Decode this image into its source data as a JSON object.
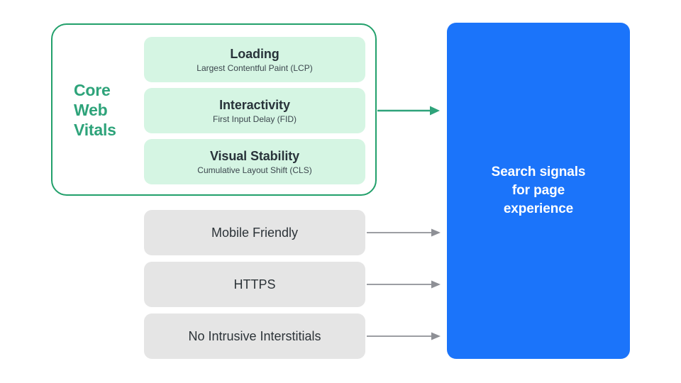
{
  "diagram": {
    "title": "Search signals for page experience",
    "colors": {
      "accent_green": "#2EA37A",
      "card_green": "#D5F5E3",
      "border_green": "#22A06B",
      "card_gray": "#E5E5E5",
      "arrow_gray": "#8E9096",
      "panel_blue": "#1B74FA",
      "text_dark": "#28333A",
      "text_white": "#FFFFFF"
    }
  },
  "core_web_vitals": {
    "label_lines": [
      "Core",
      "Web",
      "Vitals"
    ],
    "label_full": "Core Web Vitals",
    "metrics": [
      {
        "title": "Loading",
        "subtitle": "Largest Contentful Paint (LCP)"
      },
      {
        "title": "Interactivity",
        "subtitle": "First Input Delay (FID)"
      },
      {
        "title": "Visual Stability",
        "subtitle": "Cumulative Layout Shift (CLS)"
      }
    ]
  },
  "other_signals": [
    {
      "title": "Mobile Friendly"
    },
    {
      "title": "HTTPS"
    },
    {
      "title": "No Intrusive Interstitials"
    }
  ],
  "outcome": {
    "lines": [
      "Search signals",
      "for page",
      "experience"
    ],
    "line_0": "Search signals",
    "line_1": "for page",
    "line_2": "experience"
  },
  "connectors": [
    {
      "name": "core-web-vitals-to-outcome",
      "color": "#2EA37A"
    },
    {
      "name": "mobile-friendly-to-outcome",
      "color": "#8E9096"
    },
    {
      "name": "https-to-outcome",
      "color": "#8E9096"
    },
    {
      "name": "no-intrusive-interstitials-to-outcome",
      "color": "#8E9096"
    }
  ]
}
